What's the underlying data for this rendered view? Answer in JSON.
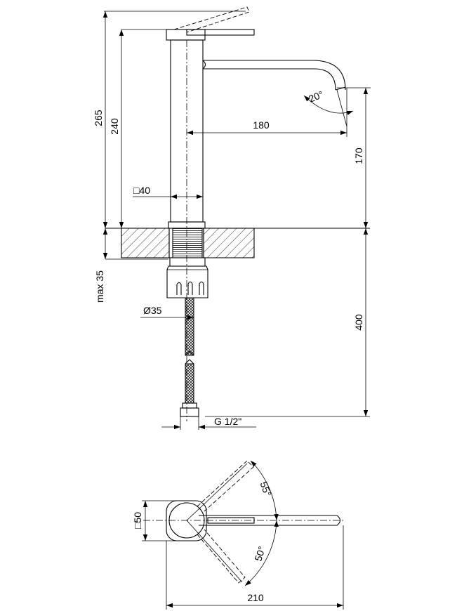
{
  "side_view": {
    "dims": {
      "total_height": "265",
      "body_height": "240",
      "spout_reach": "180",
      "spout_height": "170",
      "spout_angle": "20°",
      "body_square": "□40",
      "max_thickness": "max 35",
      "fixing_diameter": "Ø35",
      "hose_length": "400",
      "thread": "G 1/2\""
    }
  },
  "top_view": {
    "dims": {
      "base_square": "□50",
      "angle_up": "55°",
      "angle_down": "50°",
      "total_length": "210"
    }
  }
}
